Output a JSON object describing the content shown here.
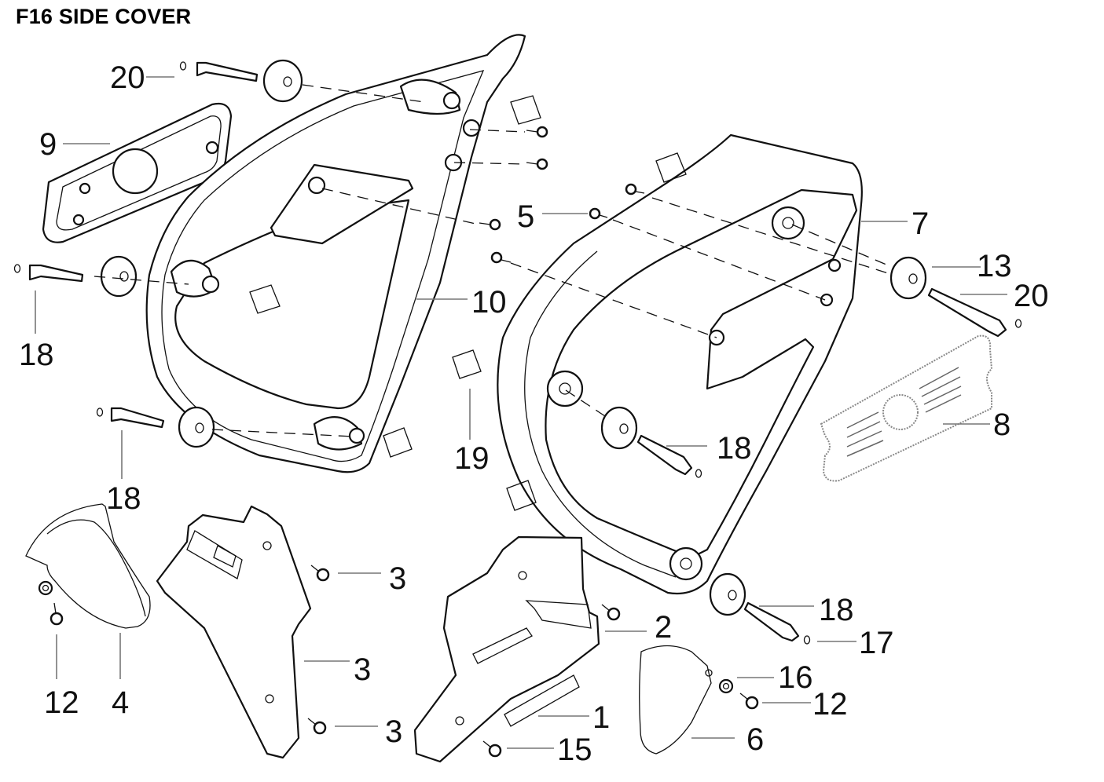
{
  "title": "F16 SIDE COVER",
  "diagram": {
    "type": "exploded parts diagram",
    "callouts": [
      {
        "id": "c-20a",
        "label": "20",
        "part": "bolt"
      },
      {
        "id": "c-9",
        "label": "9",
        "part": "reflector bracket"
      },
      {
        "id": "c-18a",
        "label": "18",
        "part": "bolt"
      },
      {
        "id": "c-10",
        "label": "10",
        "part": "left side cover frame"
      },
      {
        "id": "c-18b",
        "label": "18",
        "part": "bolt"
      },
      {
        "id": "c-19",
        "label": "19",
        "part": "clip nut"
      },
      {
        "id": "c-5",
        "label": "5",
        "part": "screw"
      },
      {
        "id": "c-7",
        "label": "7",
        "part": "right side cover"
      },
      {
        "id": "c-13",
        "label": "13",
        "part": "rubber grommet"
      },
      {
        "id": "c-20b",
        "label": "20",
        "part": "bolt"
      },
      {
        "id": "c-8",
        "label": "8",
        "part": "emblem plate"
      },
      {
        "id": "c-18c",
        "label": "18",
        "part": "bolt"
      },
      {
        "id": "c-18d",
        "label": "18",
        "part": "bolt"
      },
      {
        "id": "c-17",
        "label": "17",
        "part": "washer"
      },
      {
        "id": "c-16",
        "label": "16",
        "part": "washer"
      },
      {
        "id": "c-12a",
        "label": "12",
        "part": "screw"
      },
      {
        "id": "c-12b",
        "label": "12",
        "part": "screw"
      },
      {
        "id": "c-4",
        "label": "4",
        "part": "small cover"
      },
      {
        "id": "c-3a",
        "label": "3",
        "part": "screw"
      },
      {
        "id": "c-3b",
        "label": "3",
        "part": "screw"
      },
      {
        "id": "c-3c",
        "label": "3",
        "part": "screw"
      },
      {
        "id": "c-2",
        "label": "2",
        "part": "left lower cover"
      },
      {
        "id": "c-1",
        "label": "1",
        "part": "right lower cover"
      },
      {
        "id": "c-15",
        "label": "15",
        "part": "pad"
      },
      {
        "id": "c-6",
        "label": "6",
        "part": "small cover"
      }
    ]
  }
}
